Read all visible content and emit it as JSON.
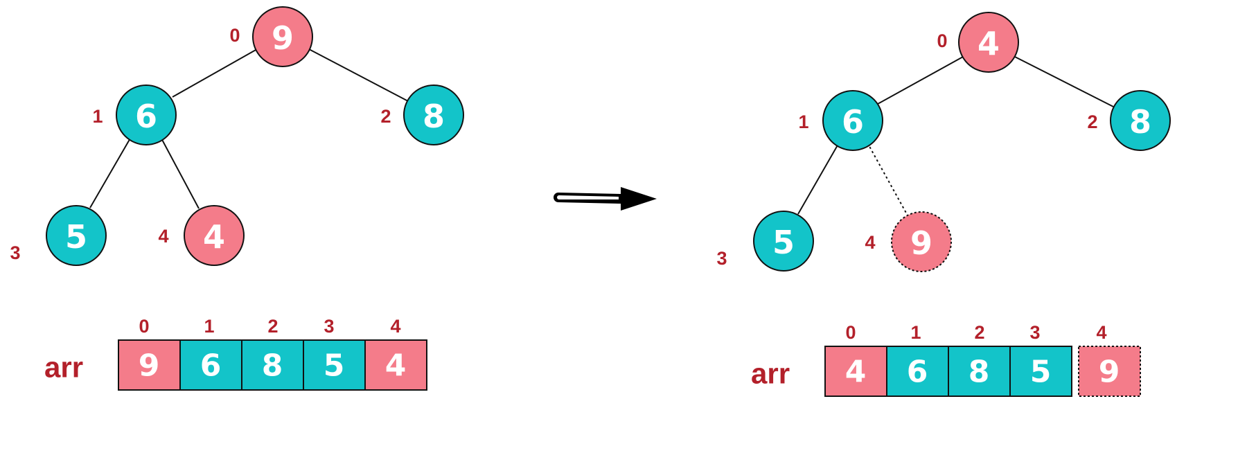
{
  "colors": {
    "pink": "#f47c8a",
    "teal": "#13c4c9",
    "index_red": "#b3202a",
    "stroke": "#111111"
  },
  "before": {
    "nodes": [
      {
        "index": "0",
        "value": "9",
        "color": "pink"
      },
      {
        "index": "1",
        "value": "6",
        "color": "teal"
      },
      {
        "index": "2",
        "value": "8",
        "color": "teal"
      },
      {
        "index": "3",
        "value": "5",
        "color": "teal"
      },
      {
        "index": "4",
        "value": "4",
        "color": "pink"
      }
    ],
    "array": {
      "label": "arr",
      "cells": [
        {
          "index": "0",
          "value": "9",
          "color": "pink"
        },
        {
          "index": "1",
          "value": "6",
          "color": "teal"
        },
        {
          "index": "2",
          "value": "8",
          "color": "teal"
        },
        {
          "index": "3",
          "value": "5",
          "color": "teal"
        },
        {
          "index": "4",
          "value": "4",
          "color": "pink"
        }
      ]
    }
  },
  "after": {
    "nodes": [
      {
        "index": "0",
        "value": "4",
        "color": "pink"
      },
      {
        "index": "1",
        "value": "6",
        "color": "teal"
      },
      {
        "index": "2",
        "value": "8",
        "color": "teal"
      },
      {
        "index": "3",
        "value": "5",
        "color": "teal"
      },
      {
        "index": "4",
        "value": "9",
        "color": "pink",
        "dashed": true
      }
    ],
    "array": {
      "label": "arr",
      "cells": [
        {
          "index": "0",
          "value": "4",
          "color": "pink"
        },
        {
          "index": "1",
          "value": "6",
          "color": "teal"
        },
        {
          "index": "2",
          "value": "8",
          "color": "teal"
        },
        {
          "index": "3",
          "value": "5",
          "color": "teal"
        },
        {
          "index": "4",
          "value": "9",
          "color": "pink",
          "dashed": true
        }
      ]
    }
  },
  "arrow_icon": "right-arrow-icon"
}
